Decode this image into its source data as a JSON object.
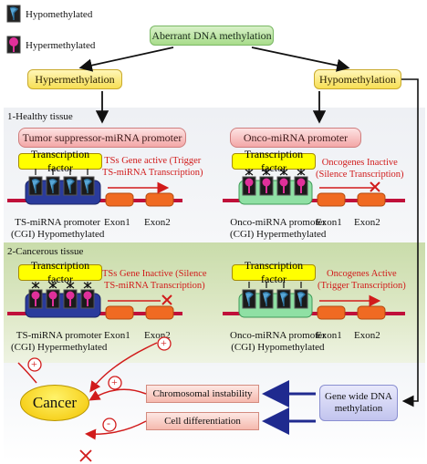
{
  "legend": {
    "hypo": "Hypomethylated",
    "hyper": "Hypermethylated"
  },
  "top": {
    "root": "Aberrant DNA methylation",
    "left": "Hypermethylation",
    "right": "Hypomethylation"
  },
  "healthy": {
    "section": "1-Healthy tissue",
    "left_promoter": "Tumor suppressor-miRNA promoter",
    "right_promoter": "Onco-miRNA promoter",
    "tf": "Transcription factor",
    "left_note": [
      "TSs  Gene active (Trigger",
      "TS-miRNA Transcription)"
    ],
    "right_note": [
      "Oncogenes Inactive",
      "(Silence Transcription)"
    ],
    "left_caption": [
      "TS-miRNA promoter",
      "(CGI) Hypomethylated"
    ],
    "right_caption": [
      "Onco-miRNA promoter",
      "(CGI) Hypermethylated"
    ],
    "exon1": "Exon1",
    "exon2": "Exon2"
  },
  "cancer_tissue": {
    "section": "2-Cancerous tissue",
    "tf": "Transcription factor",
    "left_note": [
      "TSs Gene Inactive (Silence",
      "TS-miRNA Transcription)"
    ],
    "right_note": [
      "Oncogenes Active",
      "(Trigger Transcription)"
    ],
    "left_caption": [
      "TS-miRNA promoter",
      "(CGI) Hypermethylated"
    ],
    "right_caption": [
      "Onco-miRNA promoter",
      "(CGI) Hypomethylated"
    ],
    "exon1": "Exon1",
    "exon2": "Exon2"
  },
  "bottom": {
    "cancer": "Cancer",
    "chromosomal": "Chromosomal instability",
    "differentiation": "Cell differentiation",
    "gene_wide": [
      "Gene wide DNA",
      "methylation"
    ],
    "plus": "+",
    "minus": "-"
  },
  "colors": {
    "arrow_blue": "#1f2a8f",
    "red": "#d11b1b",
    "tf_yellow": "#ffff00"
  }
}
